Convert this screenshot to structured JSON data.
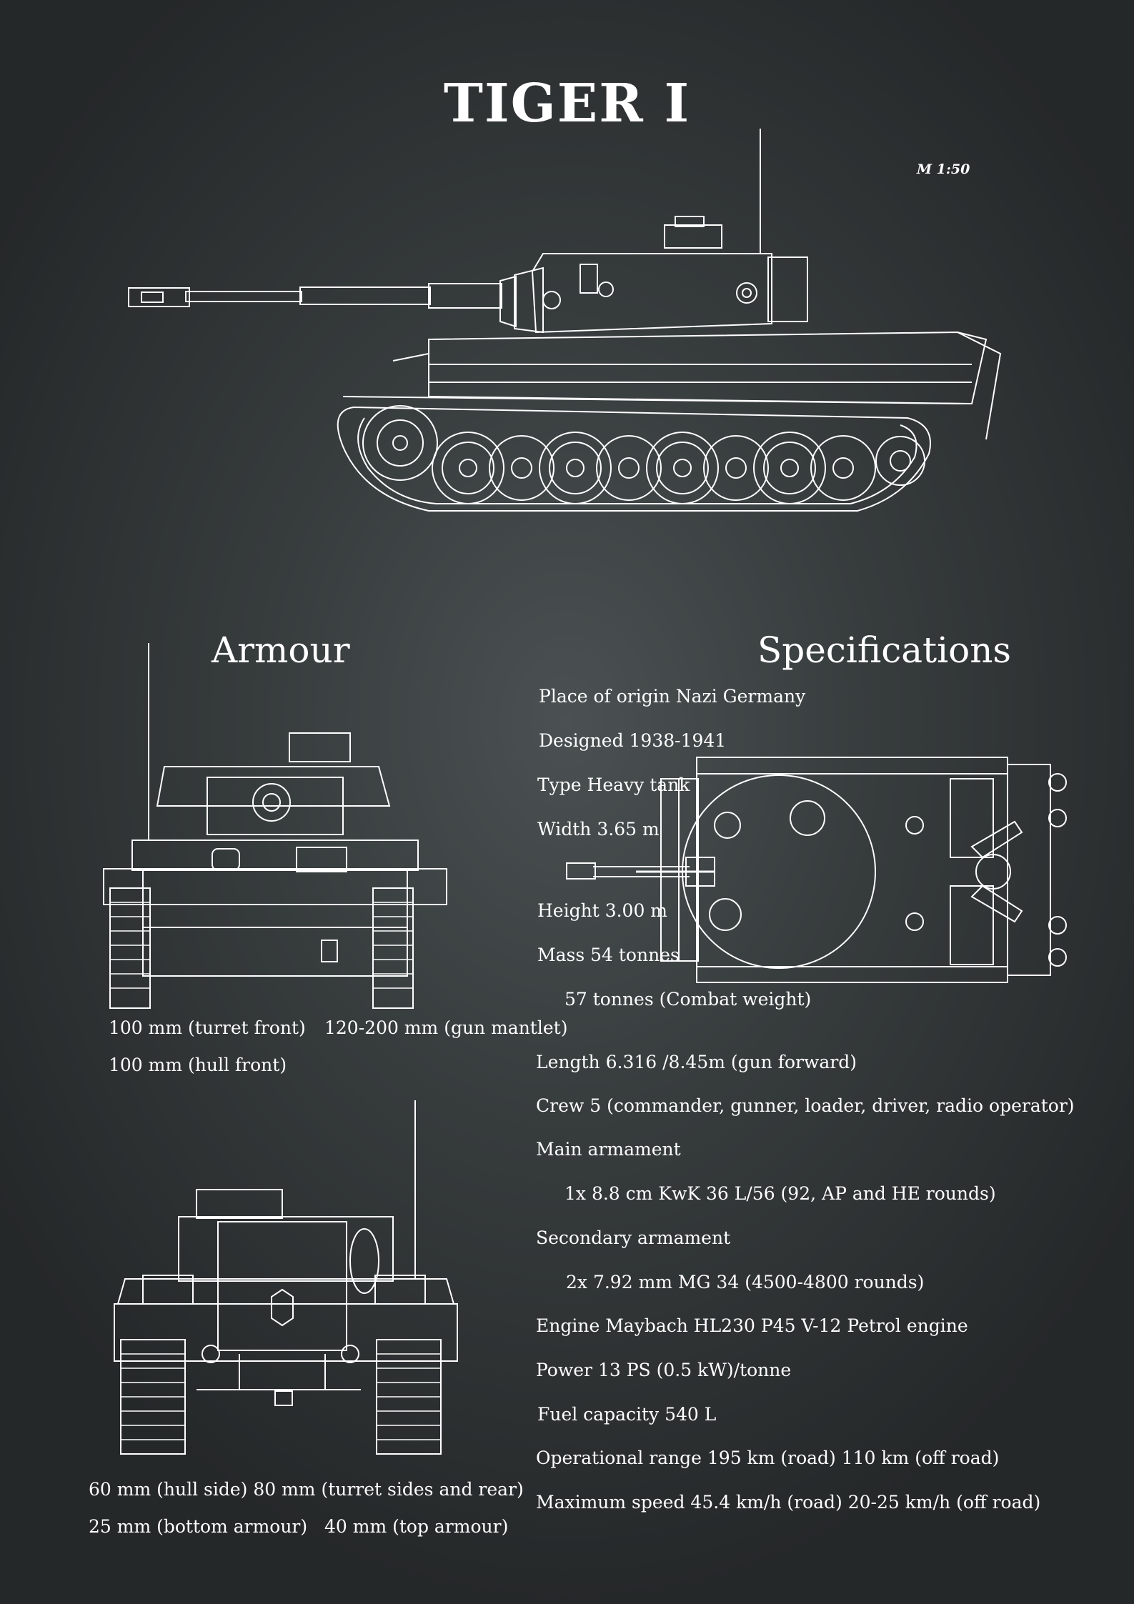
{
  "title": "TIGER I",
  "scale": "M 1:50",
  "armour": {
    "heading": "Armour",
    "front_notes": [
      "100 mm (turret front)",
      "120-200 mm (gun mantlet)",
      "100 mm (hull front)"
    ],
    "rear_notes": [
      "60 mm (hull side) 80 mm (turret sides and rear)",
      "25 mm (bottom armour)   40 mm (top armour)"
    ]
  },
  "specifications": {
    "heading": "Specifications",
    "lines": [
      "Place of origin Nazi Germany",
      "Designed 1938-1941",
      "Type Heavy tank",
      "Width 3.65 m",
      "Height 3.00 m",
      "Mass 54 tonnes",
      "57 tonnes (Combat weight)",
      "Length 6.316 /8.45m (gun forward)",
      "Crew 5 (commander, gunner, loader, driver, radio operator)",
      "Main armament",
      "1x 8.8 cm KwK 36 L/56 (92, AP and HE rounds)",
      "Secondary armament",
      "2x 7.92 mm MG 34 (4500-4800 rounds)",
      "Engine Maybach HL230 P45 V-12 Petrol engine",
      "Power 13 PS (0.5 kW)/tonne",
      "Fuel capacity 540 L",
      "Operational range 195 km (road) 110 km (off road)",
      "Maximum speed 45.4 km/h (road) 20-25 km/h (off road)"
    ]
  },
  "drawings": {
    "side": "tank-side-view",
    "front": "tank-front-view",
    "rear": "tank-rear-view",
    "top": "tank-top-view"
  },
  "colors": {
    "line": "#ffffff",
    "bg_center": "#4b5152",
    "bg_edge": "#252829"
  }
}
